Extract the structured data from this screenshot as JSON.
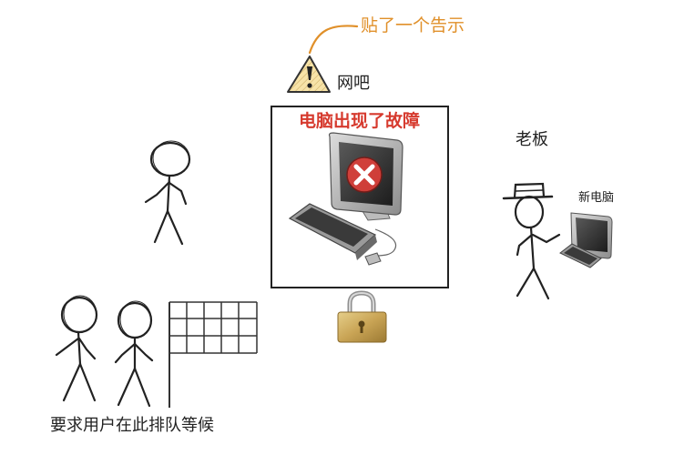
{
  "labels": {
    "notice": "贴了一个告示",
    "internet_cafe": "网吧",
    "computer_broken": "电脑出现了故障",
    "boss": "老板",
    "new_computer": "新电脑",
    "queue_instruction": "要求用户在此排队等候"
  },
  "colors": {
    "notice": "#e0902a",
    "alert_text": "#d63a2e",
    "warning_fill": "#f7e3a8",
    "error_badge": "#e0403a",
    "lock_gold": "#c9a455",
    "ink": "#222222"
  },
  "icons": [
    "warning-triangle-icon",
    "broken-computer-icon",
    "padlock-icon",
    "new-computer-icon"
  ]
}
